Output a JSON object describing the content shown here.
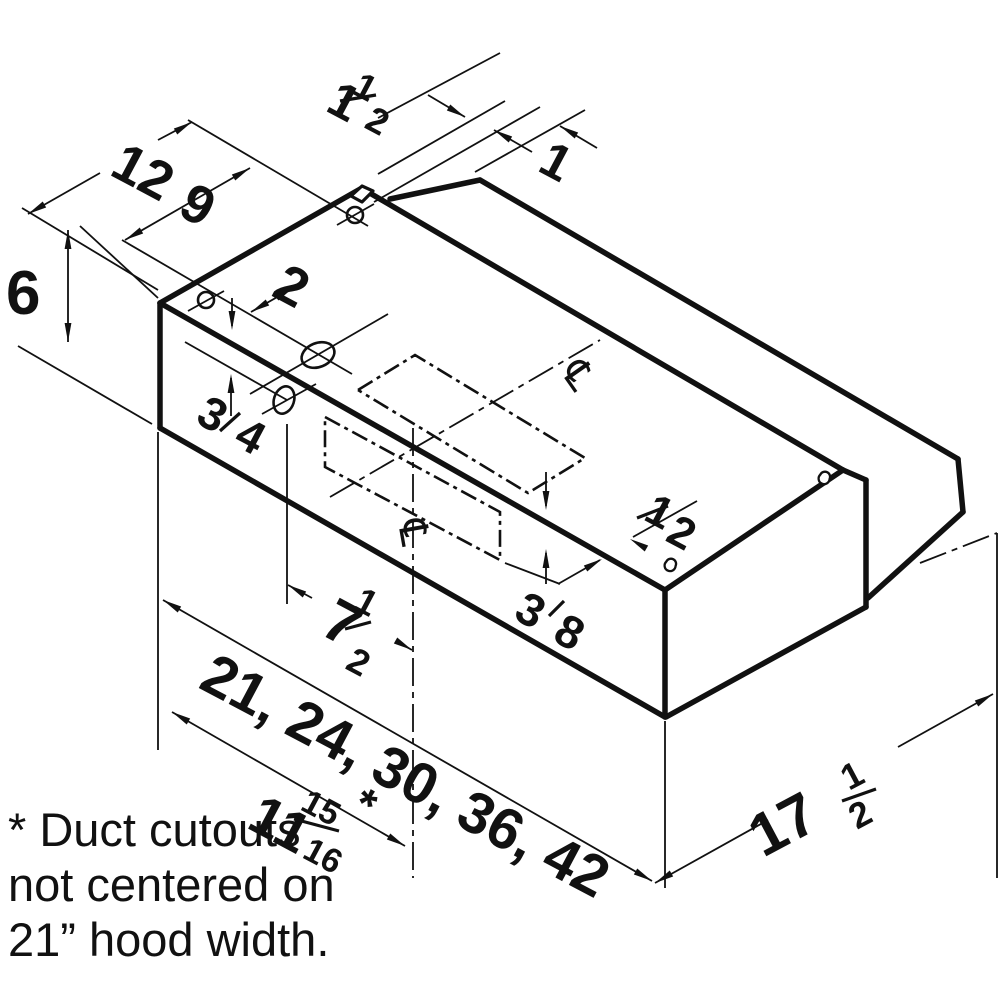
{
  "diagram": {
    "kind": "isometric dimensioned line drawing",
    "subject": "under-cabinet range hood with duct cutouts and mounting holes"
  },
  "labels": {
    "d6": "6",
    "d12": "12",
    "d9": "9",
    "d2": "2",
    "d1": "1",
    "d1_5": {
      "whole": "1",
      "num": "1",
      "den": "2"
    },
    "d3_4": {
      "num": "3",
      "den": "4"
    },
    "d1_2": {
      "num": "1",
      "den": "2"
    },
    "d7_5": {
      "whole": "7",
      "num": "1",
      "den": "2"
    },
    "d3_8": {
      "num": "3",
      "den": "8"
    },
    "d11_15_16": {
      "whole": "11",
      "num": "15",
      "den": "16",
      "suffix": "*"
    },
    "d17_5": {
      "whole": "17",
      "num": "1",
      "den": "2"
    },
    "widths": "21, 24, 30, 36, 42",
    "centerline_symbol": "℄"
  },
  "note": {
    "line1": "* Duct cutouts",
    "line2": "not centered on",
    "line3": "21” hood width."
  }
}
